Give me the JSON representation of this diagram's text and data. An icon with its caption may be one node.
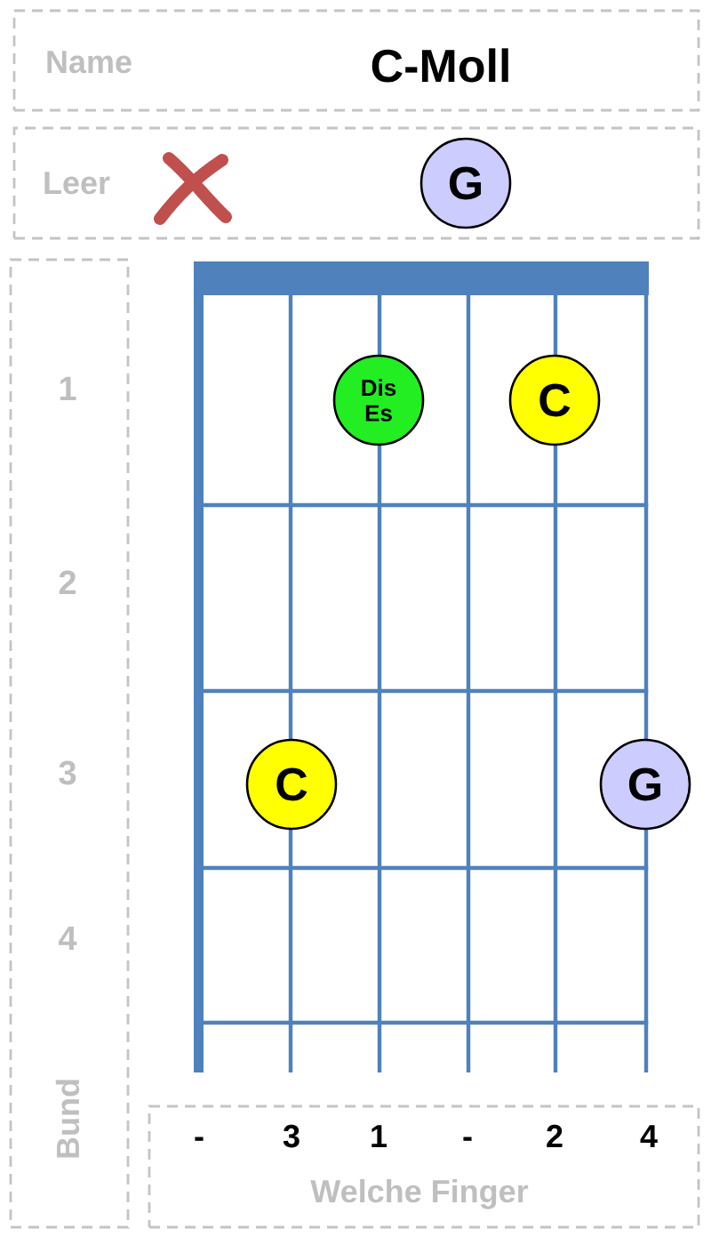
{
  "diagram": {
    "nodes": [
      {
        "text": [
          "Name",
          "C-Moll"
        ]
      },
      {
        "text": [
          "Leer"
        ]
      },
      {
        "text": [
          "G"
        ],
        "in": 1
      },
      {
        "text": [
          "1",
          "2",
          "3",
          "4",
          "Bund"
        ]
      },
      {
        "text": [
          "Dis Es"
        ]
      },
      {
        "text": [
          "C"
        ]
      },
      {
        "text": [
          "C"
        ]
      },
      {
        "text": [
          "G"
        ]
      },
      {
        "text": [
          "-",
          "3",
          "1",
          "-",
          "2",
          "4",
          "Welche Finger"
        ]
      }
    ]
  }
}
